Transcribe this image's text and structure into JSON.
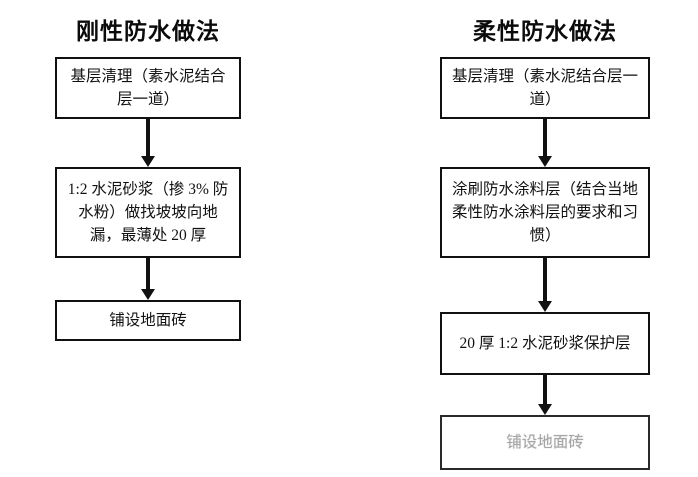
{
  "diagram": {
    "kind": "flowchart",
    "background_color": "#ffffff",
    "line_color": "#111111",
    "columns": [
      {
        "id": "rigid",
        "title": "刚性防水做法",
        "nodes": [
          {
            "id": "rigid-1",
            "label": "基层清理（素水泥结合层一道）",
            "faded": false
          },
          {
            "id": "rigid-2",
            "label": "1:2 水泥砂浆（掺 3% 防水粉）做找坡坡向地漏，最薄处 20 厚",
            "faded": false
          },
          {
            "id": "rigid-3",
            "label": "铺设地面砖",
            "faded": false
          }
        ],
        "arrows": [
          {
            "from": "rigid-1",
            "to": "rigid-2"
          },
          {
            "from": "rigid-2",
            "to": "rigid-3"
          }
        ]
      },
      {
        "id": "flexible",
        "title": "柔性防水做法",
        "nodes": [
          {
            "id": "flex-1",
            "label": "基层清理（素水泥结合层一道）",
            "faded": false
          },
          {
            "id": "flex-2",
            "label": "涂刷防水涂料层（结合当地柔性防水涂料层的要求和习惯）",
            "faded": false
          },
          {
            "id": "flex-3",
            "label": "20 厚 1:2 水泥砂浆保护层",
            "faded": false
          },
          {
            "id": "flex-4",
            "label": "铺设地面砖",
            "faded": true
          }
        ],
        "arrows": [
          {
            "from": "flex-1",
            "to": "flex-2"
          },
          {
            "from": "flex-2",
            "to": "flex-3"
          },
          {
            "from": "flex-3",
            "to": "flex-4"
          }
        ]
      }
    ]
  }
}
